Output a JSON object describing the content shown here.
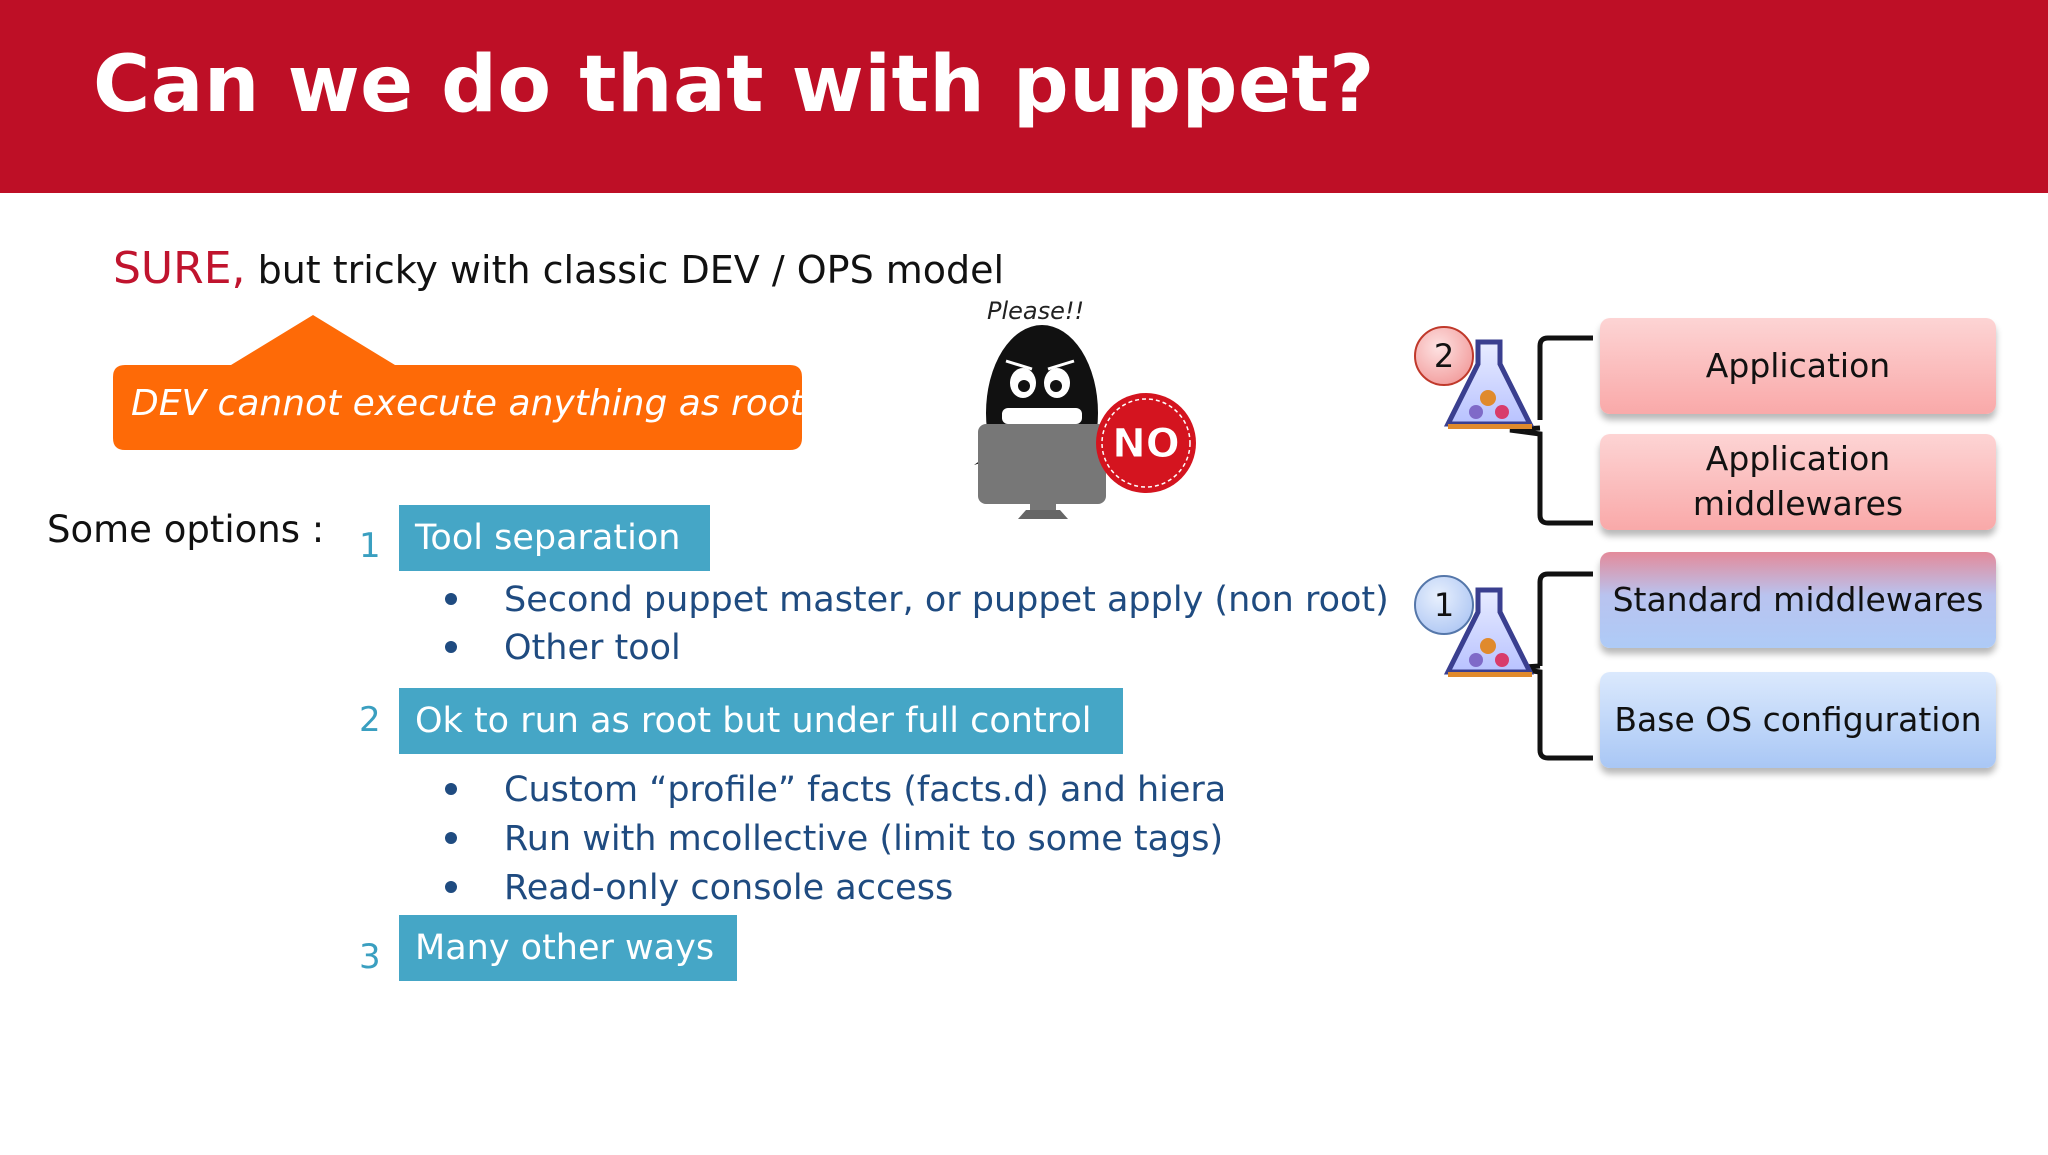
{
  "slide": {
    "title": "Can we do that with puppet?",
    "sure_word": "SURE,",
    "sure_rest": " but tricky with classic DEV / OPS model",
    "callout": "DEV cannot execute anything as root",
    "options_label": "Some options :",
    "mascot_caption": "Please!!",
    "mascot_bubble": "NO",
    "options": [
      {
        "number": "1",
        "label": "Tool separation",
        "bullets": [
          "Second puppet master, or puppet apply (non root)",
          "Other tool"
        ]
      },
      {
        "number": "2",
        "label": "Ok to run as root but under full control",
        "bullets": [
          "Custom “profile” facts (facts.d) and hiera",
          "Run with mcollective (limit to some tags)",
          "Read-only console access"
        ]
      },
      {
        "number": "3",
        "label": "Many other ways",
        "bullets": []
      }
    ]
  },
  "stack": {
    "badges": [
      "2",
      "1"
    ],
    "layers": [
      "Application",
      "Application middlewares",
      "Standard middlewares",
      "Base OS configuration"
    ]
  },
  "colors": {
    "header_red": "#be0f26",
    "callout_orange": "#fe6a07",
    "bar_blue": "#45a6c6",
    "bullet_navy": "#1f4b80",
    "sure_red": "#c0142e"
  },
  "icons": [
    "flask-icon",
    "flask-icon",
    "penguin-mascot",
    "no-bubble"
  ]
}
